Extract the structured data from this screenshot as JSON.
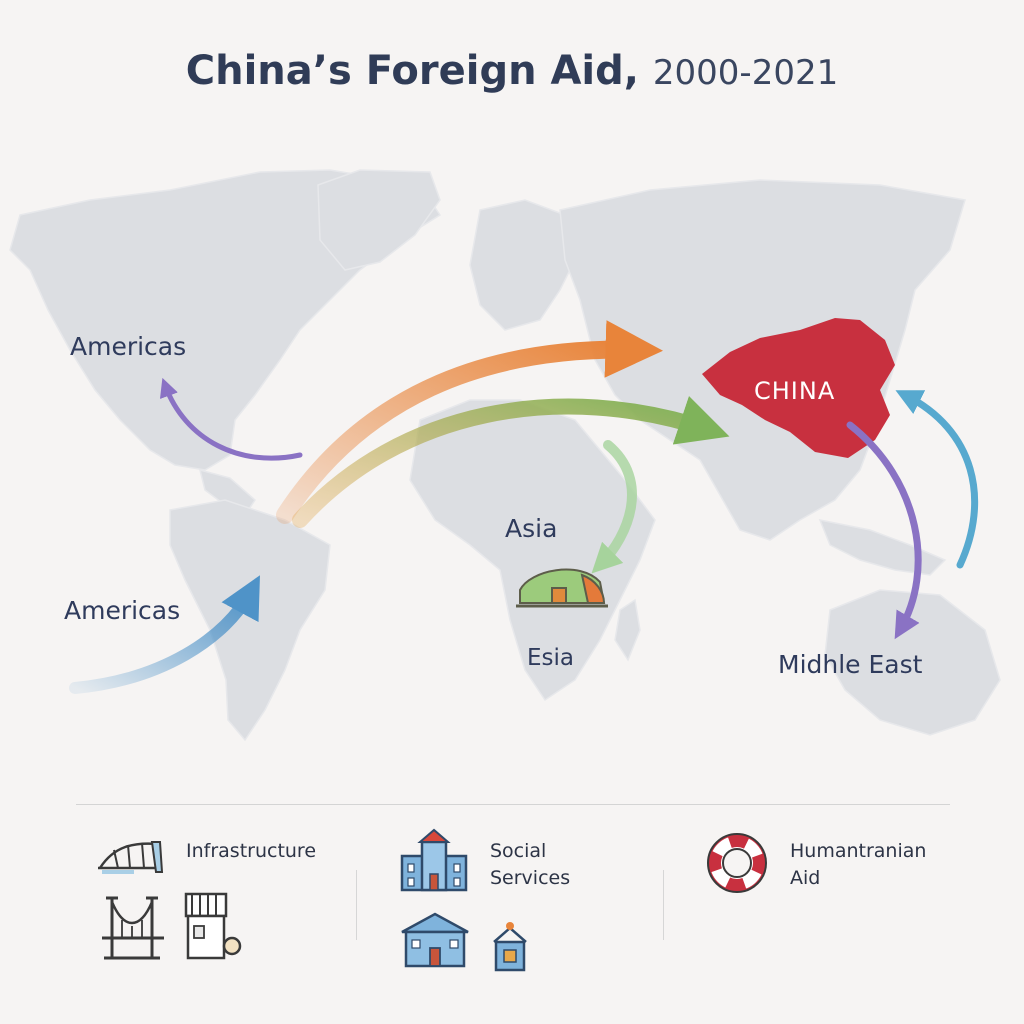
{
  "title": {
    "main": "China’s Foreign Aid",
    "years": "2000-2021"
  },
  "map": {
    "labels": {
      "americas_top": "Americas",
      "americas_bottom": "Americas",
      "asia": "Asia",
      "esia": "Esia",
      "middle_east": "Midhle East",
      "china": "CHINA"
    },
    "colors": {
      "china_fill": "#c8303f",
      "land": "#dcdee2",
      "arrow_orange": "#e8843a",
      "arrow_green": "#8fbf5a",
      "arrow_blue": "#4f93c8",
      "arrow_purple": "#8a72c4",
      "arrow_teal": "#57a9cf"
    }
  },
  "legend": {
    "infrastructure": {
      "label": "Infrastructure",
      "icons": [
        "bridge-icon",
        "suspension-bridge-icon",
        "power-plant-icon"
      ]
    },
    "social_services": {
      "label_line1": "Social",
      "label_line2": "Services",
      "icons": [
        "school-building-icon",
        "hospital-icon",
        "small-house-icon"
      ]
    },
    "humanitarian": {
      "label_line1": "Humantranian",
      "label_line2": "Aid",
      "icons": [
        "lifebuoy-icon"
      ]
    }
  }
}
